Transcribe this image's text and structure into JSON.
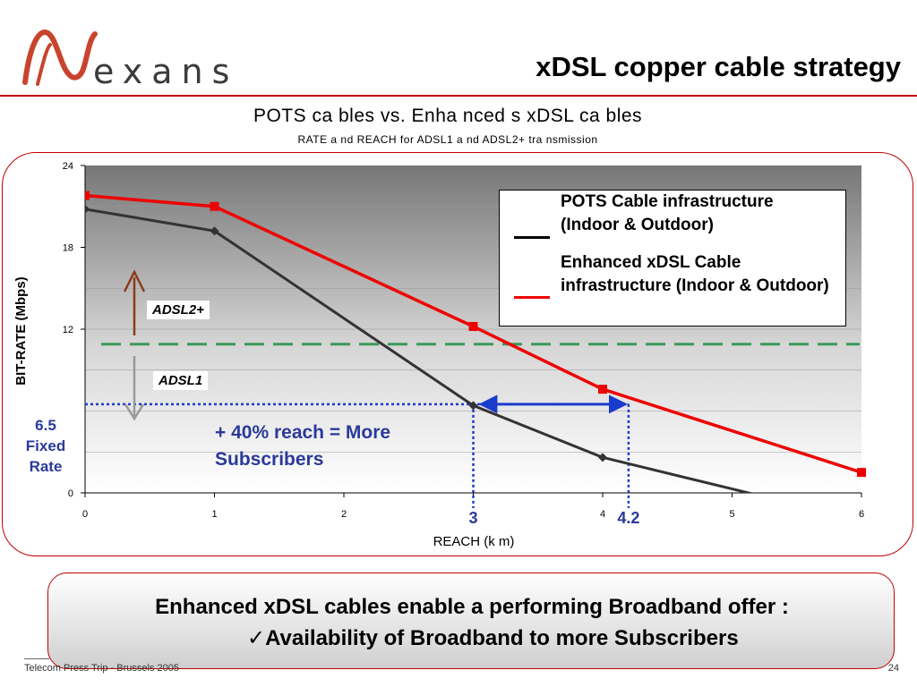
{
  "header": {
    "logo_text": "exans",
    "title": "xDSL copper cable strategy"
  },
  "chart_data": {
    "type": "line",
    "title": "POTS ca bles vs. Enha nced s xDSL ca bles",
    "subtitle": "RATE a nd REACH for ADSL1 a nd ADSL2+ tra nsmission",
    "xlabel": "REACH (k m)",
    "ylabel": "BIT-RATE (Mbps)",
    "xlim": [
      0,
      6
    ],
    "ylim": [
      0,
      24
    ],
    "x_ticks": [
      0,
      1,
      2,
      4,
      5,
      6
    ],
    "y_ticks": [
      0,
      12,
      18,
      24
    ],
    "grid": true,
    "series": [
      {
        "name": "POTS Cable infrastructure (Indoor & Outdoor)",
        "color": "#333333",
        "marker": "diamond",
        "x": [
          0,
          1,
          3,
          4,
          5.3
        ],
        "y": [
          20.8,
          19.2,
          6.4,
          2.6,
          -0.4
        ]
      },
      {
        "name": "Enhanced xDSL Cable infrastructure (Indoor & Outdoor)",
        "color": "#ee0000",
        "marker": "square",
        "x": [
          0,
          1,
          3,
          4,
          6
        ],
        "y": [
          21.8,
          21,
          12.2,
          7.6,
          1.5
        ]
      }
    ],
    "adsl2_threshold": 10.9,
    "adsl1_fixed_rate": 6.5,
    "reach_markers": [
      {
        "x": 3,
        "label": "3"
      },
      {
        "x": 4.2,
        "label": "4.2"
      }
    ]
  },
  "legend": {
    "entry1": "POTS Cable infrastructure (Indoor & Outdoor)",
    "entry2": "Enhanced xDSL Cable infrastructure (Indoor & Outdoor)"
  },
  "annotations": {
    "adsl2": "ADSL2+",
    "adsl1": "ADSL1",
    "fixed_rate_line1": "6.5",
    "fixed_rate_line2": "Fixed",
    "fixed_rate_line3": "Rate",
    "reach_note_line1": "+ 40% reach = More",
    "reach_note_line2": "Subscribers"
  },
  "callout": {
    "line1": "Enhanced xDSL cables enable a performing Broadband offer :",
    "line2": "✓Availability of Broadband to more Subscribers"
  },
  "footer": {
    "left": "Telecom Press Trip - Brussels 2005",
    "page": "24"
  },
  "colors": {
    "accent": "#c00000",
    "blue": "#2a3a9a",
    "adsl2_line": "#3a9a5a",
    "up_arrow": "#8b3a1a",
    "down_arrow": "#999999"
  }
}
